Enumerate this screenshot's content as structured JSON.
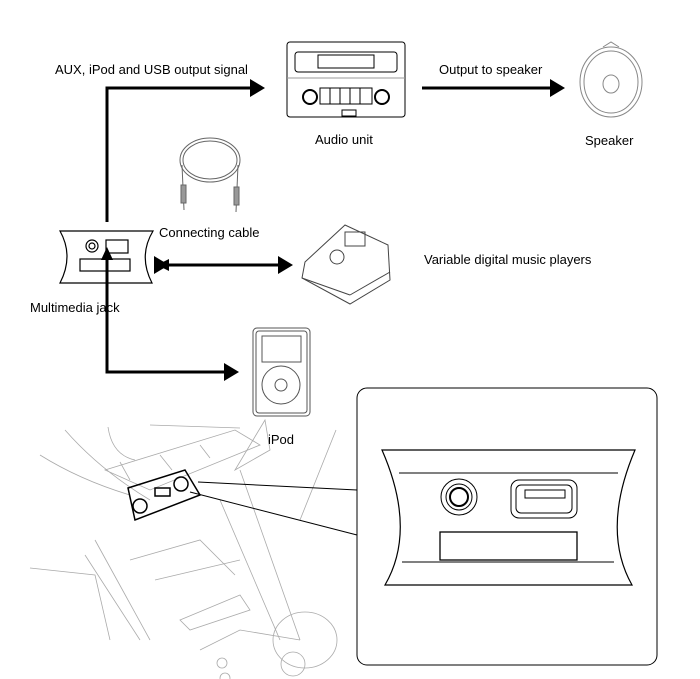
{
  "labels": {
    "signal": "AUX, iPod and USB output signal",
    "audio_unit": "Audio unit",
    "output_to_speaker": "Output to speaker",
    "speaker": "Speaker",
    "connecting_cable": "Connecting cable",
    "multimedia_jack": "Multimedia jack",
    "music_players": "Variable digital music players",
    "ipod": "iPod"
  }
}
